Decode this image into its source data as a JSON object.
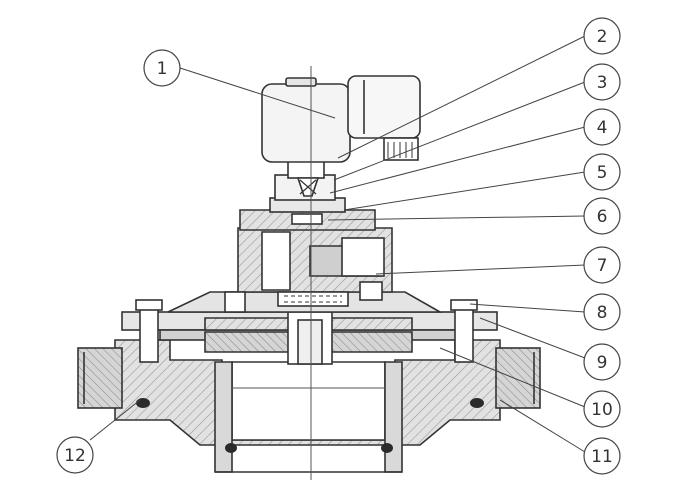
{
  "colors": {
    "body_fill": "#d9d9d9",
    "hatch": "#9a9a9a",
    "outline": "#333333",
    "seal": "#2b2b2b",
    "background": "#ffffff"
  },
  "callouts": [
    {
      "label": "1"
    },
    {
      "label": "2"
    },
    {
      "label": "3"
    },
    {
      "label": "4"
    },
    {
      "label": "5"
    },
    {
      "label": "6"
    },
    {
      "label": "7"
    },
    {
      "label": "8"
    },
    {
      "label": "9"
    },
    {
      "label": "10"
    },
    {
      "label": "11"
    },
    {
      "label": "12"
    }
  ]
}
